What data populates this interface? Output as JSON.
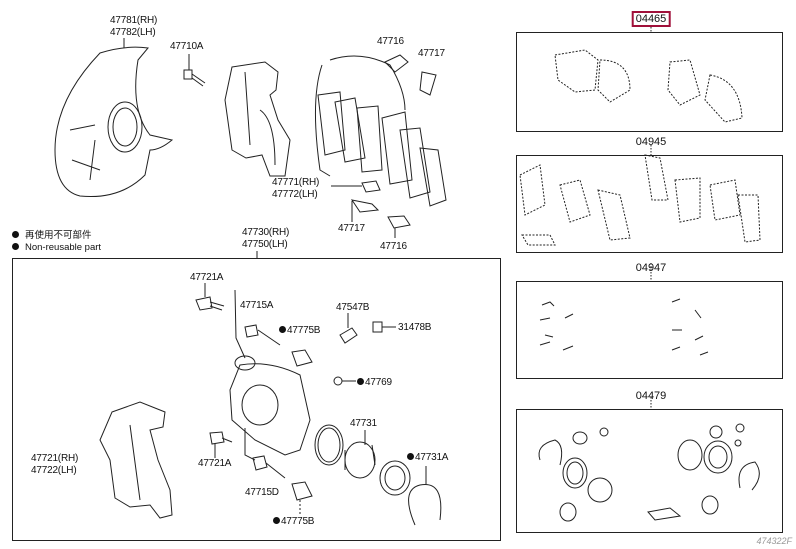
{
  "kits": [
    {
      "part": "04465",
      "highlighted": true
    },
    {
      "part": "04945",
      "highlighted": false
    },
    {
      "part": "04947",
      "highlighted": false
    },
    {
      "part": "04479",
      "highlighted": false
    }
  ],
  "upper_labels": {
    "dust_cover_rh": "47781(RH)",
    "dust_cover_lh": "47782(LH)",
    "bolt": "47710A",
    "clip_top": "47716",
    "spring_top": "47717",
    "shim_rh": "47771(RH)",
    "shim_lh": "47772(LH)",
    "spring_bottom": "47717",
    "clip_bottom": "47716"
  },
  "legend": {
    "cn": "再使用不可部件",
    "en": "Non-reusable part"
  },
  "assembly": {
    "rh": "47730(RH)",
    "lh": "47750(LH)"
  },
  "lower_labels": {
    "bolt_top": "47721A",
    "pin_top": "47715A",
    "boot_top": "47775B",
    "bleeder": "47547B",
    "cap": "31478B",
    "plug": "47769",
    "piston": "47731",
    "ring": "47731A",
    "bolt_bottom": "47721A",
    "pin_bottom": "47715D",
    "boot_bottom": "47775B",
    "mount_rh": "47721(RH)",
    "mount_lh": "47722(LH)"
  },
  "watermark": "474322F",
  "colors": {
    "highlight": "#a0103a",
    "line": "#222222"
  }
}
